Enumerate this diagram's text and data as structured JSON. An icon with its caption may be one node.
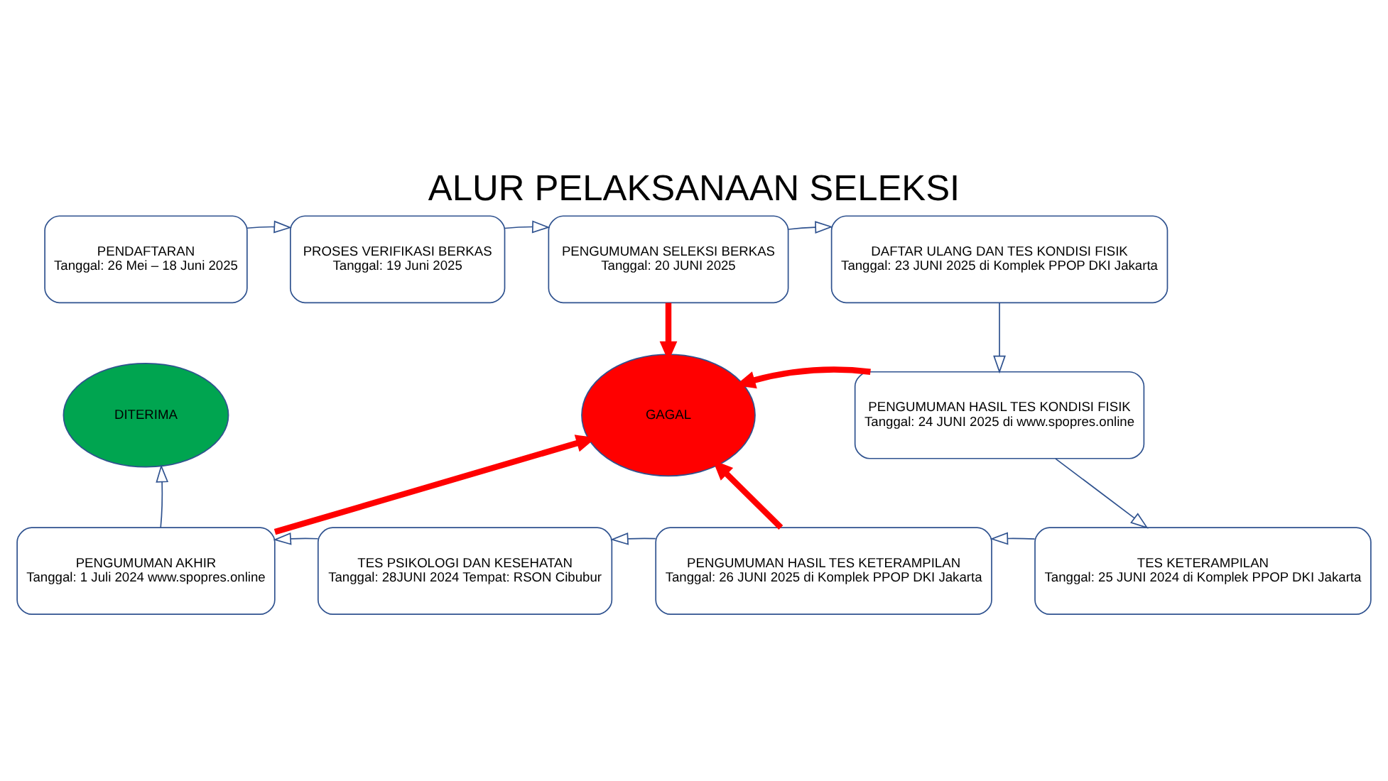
{
  "diagram": {
    "title": "ALUR PELAKSANAAN SELEKSI",
    "nodes": [
      {
        "text": [
          "PENDAFTARAN",
          "Tanggal: 26 Mei – 18 Juni 2025"
        ]
      },
      {
        "text": [
          "PROSES VERIFIKASI BERKAS",
          "Tanggal: 19 Juni 2025"
        ]
      },
      {
        "text": [
          "PENGUMUMAN SELEKSI BERKAS",
          "Tanggal: 20 JUNI 2025"
        ]
      },
      {
        "text": [
          "DAFTAR ULANG DAN TES KONDISI FISIK",
          "Tanggal: 23 JUNI 2025 di Komplek PPOP DKI Jakarta"
        ]
      },
      {
        "text": [
          "PENGUMUMAN HASIL TES KONDISI FISIK",
          "Tanggal: 24 JUNI 2025 di www.spopres.online"
        ]
      },
      {
        "text": [
          "TES KETERAMPILAN",
          "Tanggal: 25 JUNI 2024 di Komplek PPOP DKI Jakarta"
        ]
      },
      {
        "text": [
          "PENGUMUMAN HASIL TES KETERAMPILAN",
          "Tanggal: 26 JUNI 2025 di Komplek PPOP DKI Jakarta"
        ]
      },
      {
        "text": [
          "TES PSIKOLOGI DAN KESEHATAN",
          "Tanggal: 28JUNI 2024 Tempat: RSON Cibubur"
        ]
      },
      {
        "text": [
          "PENGUMUMAN AKHIR",
          "Tanggal: 1 Juli 2024 www.spopres.online"
        ]
      },
      {
        "text": [
          "DITERIMA"
        ]
      },
      {
        "text": [
          "GAGAL"
        ]
      }
    ],
    "edges": [
      {
        "from": 0,
        "to": 1,
        "arrow": "to"
      },
      {
        "from": 1,
        "to": 2,
        "arrow": "to"
      },
      {
        "from": 2,
        "to": 3,
        "arrow": "to"
      },
      {
        "from": 3,
        "to": 4,
        "arrow": "to"
      },
      {
        "from": 4,
        "to": 5,
        "arrow": "to"
      },
      {
        "from": 5,
        "to": 6,
        "arrow": "to"
      },
      {
        "from": 6,
        "to": 7,
        "arrow": "to"
      },
      {
        "from": 7,
        "to": 8,
        "arrow": "to"
      },
      {
        "from": 8,
        "to": 9,
        "arrow": "to"
      },
      {
        "from": 2,
        "to": 10,
        "arrow": "to",
        "style": "thick",
        "color": "#ff0000"
      },
      {
        "from": 4,
        "to": 10,
        "arrow": "to",
        "style": "thick",
        "color": "#ff0000"
      },
      {
        "from": 6,
        "to": 10,
        "arrow": "to",
        "style": "thick",
        "color": "#ff0000"
      },
      {
        "from": 8,
        "to": 10,
        "arrow": "to",
        "style": "thick",
        "color": "#ff0000"
      }
    ]
  }
}
